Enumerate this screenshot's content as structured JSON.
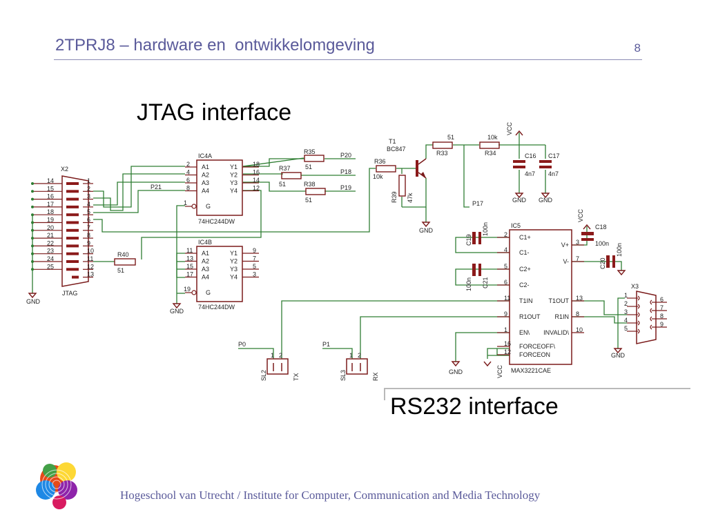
{
  "slide": {
    "title": "2TPRJ8 – hardware en  ontwikkelomgeving",
    "page_number": "8",
    "footer": "Hogeschool van Utrecht / Institute for Computer, Communication and Media Technology",
    "logo_icon": "fingerprint-logo-icon"
  },
  "headings": {
    "jtag": "JTAG interface",
    "rs232": "RS232 interface"
  },
  "schematic": {
    "x2": {
      "name": "X2",
      "label": "JTAG",
      "left_pins": [
        "14",
        "15",
        "16",
        "17",
        "18",
        "19",
        "20",
        "21",
        "22",
        "23",
        "24",
        "25"
      ],
      "right_pins": [
        "1",
        "2",
        "3",
        "4",
        "5",
        "6",
        "7",
        "8",
        "9",
        "10",
        "11",
        "12",
        "13"
      ]
    },
    "ic4a": {
      "name": "IC4A",
      "part": "74HC244DW",
      "inputs": [
        "A1",
        "A2",
        "A3",
        "A4"
      ],
      "outputs": [
        "Y1",
        "Y2",
        "Y3",
        "Y4"
      ],
      "gate": "G",
      "in_pins": [
        "2",
        "4",
        "6",
        "8"
      ],
      "out_pins": [
        "18",
        "16",
        "14",
        "12"
      ],
      "gate_pin": "1"
    },
    "ic4b": {
      "name": "IC4B",
      "part": "74HC244DW",
      "inputs": [
        "A1",
        "A2",
        "A3",
        "A4"
      ],
      "outputs": [
        "Y1",
        "Y2",
        "Y3",
        "Y4"
      ],
      "gate": "G",
      "in_pins": [
        "11",
        "13",
        "15",
        "17"
      ],
      "out_pins": [
        "9",
        "7",
        "5",
        "3"
      ],
      "gate_pin": "19"
    },
    "ic5": {
      "name": "IC5",
      "part": "MAX3221CAE",
      "left": [
        "C1+",
        "C1-",
        "C2+",
        "C2-",
        "T1IN",
        "R1OUT",
        "EN\\",
        "FORCEOFF\\",
        "FORCEON"
      ],
      "left_pins": [
        "2",
        "4",
        "5",
        "6",
        "11",
        "9",
        "1",
        "16",
        "12"
      ],
      "right": [
        "V+",
        "V-",
        "T1OUT",
        "R1IN",
        "INVALID\\"
      ],
      "right_pins": [
        "3",
        "7",
        "13",
        "8",
        "10"
      ]
    },
    "resistors": [
      {
        "name": "R35",
        "value": "51"
      },
      {
        "name": "R37",
        "value": "51"
      },
      {
        "name": "R38",
        "value": "51"
      },
      {
        "name": "R36",
        "value": "10k"
      },
      {
        "name": "R39",
        "value": "47k"
      },
      {
        "name": "R33",
        "value": "51"
      },
      {
        "name": "R34",
        "value": "10k"
      },
      {
        "name": "R40",
        "value": "51"
      }
    ],
    "capacitors": [
      {
        "name": "C16",
        "value": "4n7"
      },
      {
        "name": "C17",
        "value": "4n7"
      },
      {
        "name": "C18",
        "value": "100n"
      },
      {
        "name": "C19",
        "value": "100n"
      },
      {
        "name": "C20",
        "value": "100n"
      },
      {
        "name": "C21",
        "value": "100n"
      }
    ],
    "transistor": {
      "name": "T1",
      "part": "BC847"
    },
    "nets": [
      "P20",
      "P18",
      "P19",
      "P21",
      "P17",
      "P0",
      "P1"
    ],
    "power": {
      "vcc": "VCC",
      "gnd": "GND"
    },
    "x3": {
      "name": "X3",
      "pins": [
        "1",
        "2",
        "3",
        "4",
        "5",
        "6",
        "7",
        "8",
        "9"
      ]
    },
    "sl2": {
      "name": "SL2",
      "label": "TX",
      "pins": [
        "1",
        "2"
      ]
    },
    "sl3": {
      "name": "SL3",
      "label": "RX",
      "pins": [
        "1",
        "2"
      ]
    }
  }
}
